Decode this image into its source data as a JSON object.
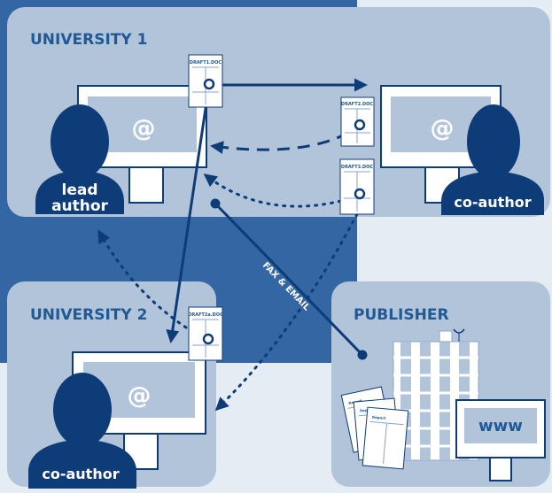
{
  "panels": {
    "university1": {
      "title": "UNIVERSITY 1"
    },
    "university2": {
      "title": "UNIVERSITY 2"
    },
    "publisher": {
      "title": "PUBLISHER"
    }
  },
  "people": {
    "lead_author": {
      "line1": "lead",
      "line2": "author"
    },
    "coauthor_1": {
      "label": "co-author"
    },
    "coauthor_2": {
      "label": "co-author"
    }
  },
  "monitor_symbol": "@",
  "documents": {
    "draft1": "DRAFT1.DOC",
    "draft2": "DRAFT2.DOC",
    "draft3": "DRAFT3.DOC",
    "draft2a": "DRAFT2a.DOC"
  },
  "connection_label": "FAX & EMAIL",
  "publisher_sign": "www",
  "reports": [
    "Report",
    "Report",
    "Report"
  ],
  "colors": {
    "dark_blue": "#0e3c78",
    "mid_blue": "#3466a4",
    "panel_fill": "#b2c4da",
    "monitor_screen": "#b2c4da",
    "background": "#e6ecf3"
  }
}
